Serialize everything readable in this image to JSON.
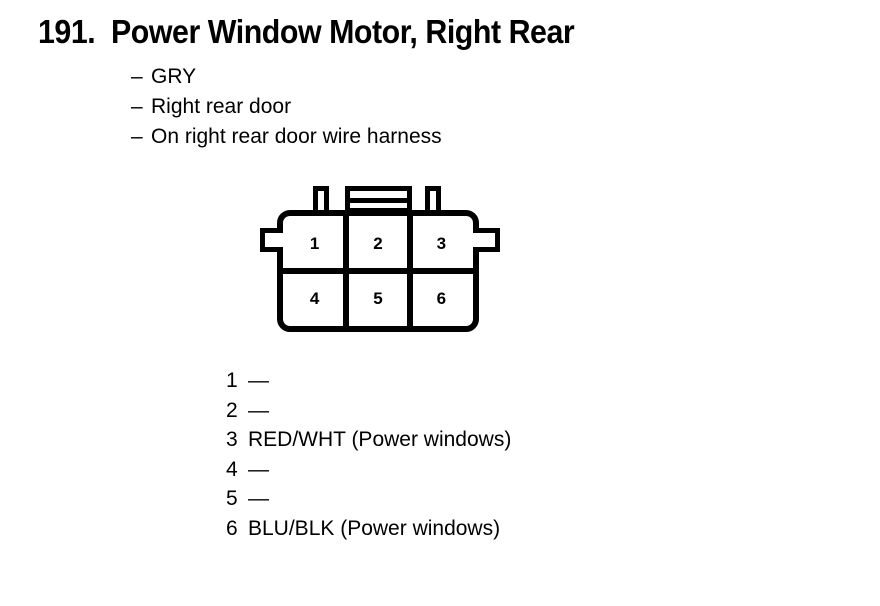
{
  "page": {
    "background_color": "#ffffff",
    "ink_color": "#000000"
  },
  "header": {
    "number": "191.",
    "title": "Power Window Motor, Right Rear"
  },
  "attributes": [
    {
      "dash": "–",
      "label": "GRY"
    },
    {
      "dash": "–",
      "label": "Right rear door"
    },
    {
      "dash": "–",
      "label": "On right rear door wire harness"
    }
  ],
  "connector": {
    "name": "6-pin connector",
    "rows": 2,
    "columns": 3,
    "cells": [
      {
        "number": "1"
      },
      {
        "number": "2"
      },
      {
        "number": "3"
      },
      {
        "number": "4"
      },
      {
        "number": "5"
      },
      {
        "number": "6"
      }
    ]
  },
  "pinout": [
    {
      "pin": "1",
      "description": "—"
    },
    {
      "pin": "2",
      "description": "—"
    },
    {
      "pin": "3",
      "description": "RED/WHT (Power windows)"
    },
    {
      "pin": "4",
      "description": "—"
    },
    {
      "pin": "5",
      "description": "—"
    },
    {
      "pin": "6",
      "description": "BLU/BLK (Power windows)"
    }
  ]
}
